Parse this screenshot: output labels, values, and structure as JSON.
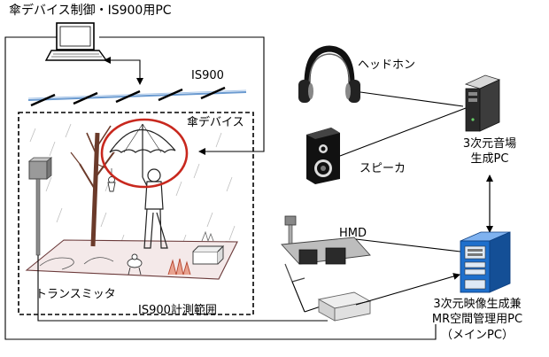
{
  "labels": {
    "top_pc": "傘デバイス制御・IS900用PC",
    "is900": "IS900",
    "umbrella_device": "傘デバイス",
    "headphones": "ヘッドホン",
    "speaker": "スピーカ",
    "sound_pc": [
      "3次元音場",
      "生成PC"
    ],
    "hmd": "HMD",
    "transmitter": "トランスミッタ",
    "is900_range": "IS900計測範囲",
    "main_pc": [
      "3次元映像生成兼",
      "MR空間管理用PC",
      "（メインPC）"
    ]
  },
  "colors": {
    "umbrella_circle": "#c8281e",
    "is900_bar": "#6a9ad0",
    "main_pc_body": "#1e6fcc"
  }
}
